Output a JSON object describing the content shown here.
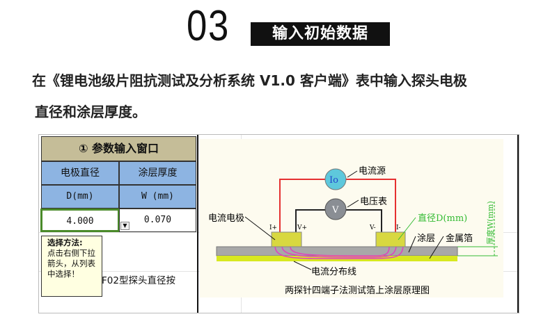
{
  "header": {
    "number": "03",
    "tag": "输入初始数据"
  },
  "instruction": {
    "line1": "在《锂电池级片阻抗测试及分析系统 V1.0 客户端》表中输入探头电极",
    "line2": "直径和涂层厚度。"
  },
  "panel": {
    "title": "① 参数输入窗口",
    "col1_header": "电极直径",
    "col2_header": "涂层厚度",
    "col1_unit": "D(mm)",
    "col2_unit": "W (mm)",
    "col1_value": "4.000",
    "col2_value": "0.070",
    "note_title": "选择方法:",
    "note_body": "点击右侧下拉箭头，从列表中选择！",
    "cell_text": "F02型探头直径按"
  },
  "diagram": {
    "current_source": "电流源",
    "source_symbol": "Io",
    "voltmeter": "电压表",
    "voltmeter_symbol": "V",
    "electrode": "电流电极",
    "i_plus": "I+",
    "v_plus": "V+",
    "v_minus": "V-",
    "i_minus": "I-",
    "diameter": "直径D(mm)",
    "coating": "涂层",
    "foil": "金属箔",
    "current_lines": "电流分布线",
    "thickness": "厚度W(mm)",
    "caption": "两探针四端子法测试箔上涂层原理图",
    "colors": {
      "wire_current": "#e53030",
      "wire_voltage": "#222222",
      "electrode": "#d8d840",
      "coating": "#a8a8a8",
      "foil": "#d8e820",
      "accent": "#33bb33"
    }
  }
}
